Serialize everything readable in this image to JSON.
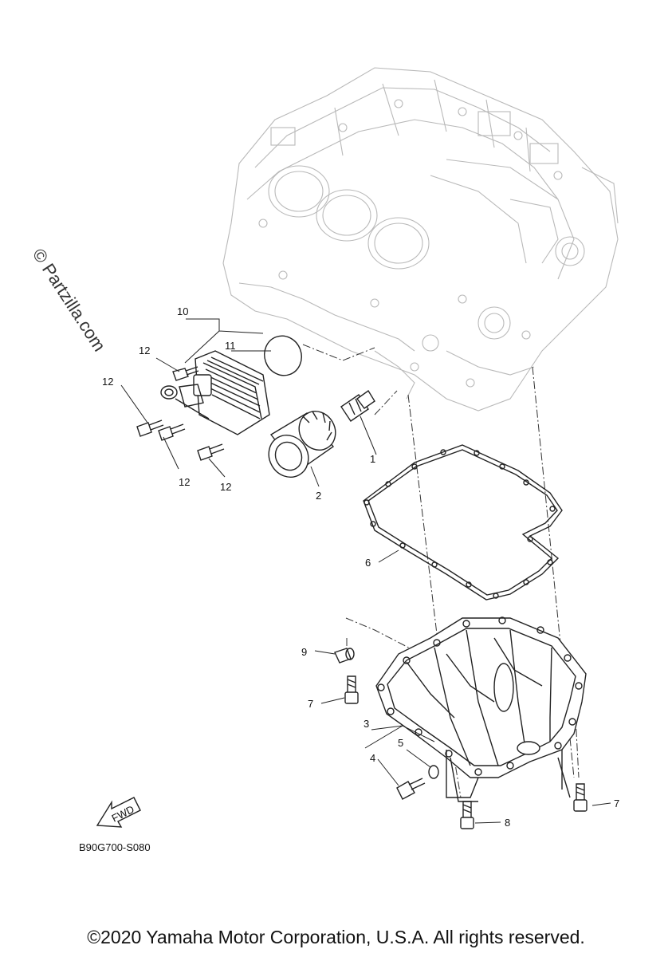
{
  "watermark": "© Partzilla.com",
  "diagram_code": "B90G700-S080",
  "fwd_arrow_label": "FWD",
  "callouts": {
    "c1": "1",
    "c2": "2",
    "c3": "3",
    "c4": "4",
    "c5": "5",
    "c6": "6",
    "c7a": "7",
    "c7b": "7",
    "c8": "8",
    "c9": "9",
    "c10": "10",
    "c11": "11",
    "c12a": "12",
    "c12b": "12",
    "c12c": "12",
    "c12d": "12"
  },
  "copyright": "©2020 Yamaha Motor Corporation, U.S.A. All rights reserved."
}
